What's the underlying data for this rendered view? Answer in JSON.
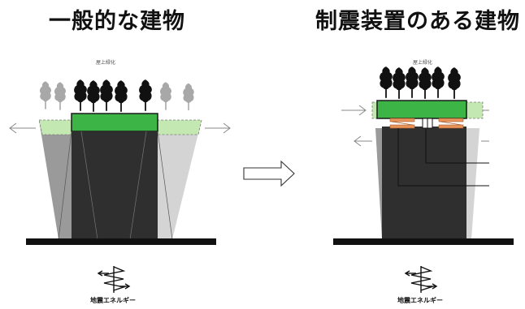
{
  "titles": {
    "left": "一般的な建物",
    "right": "制震装置のある建物"
  },
  "roof_caption": {
    "left": "屋上緑化",
    "right": "屋上緑化"
  },
  "quake_label": {
    "left": "地震エネルギー",
    "right": "地震エネルギー"
  },
  "colors": {
    "building": "#2f2f2f",
    "roof_green": "#3cb446",
    "light_green": "#c4e8b2",
    "ghost_gray": "#9a9a9a",
    "damper_orange": "#e8935a",
    "ground": "#111111"
  }
}
